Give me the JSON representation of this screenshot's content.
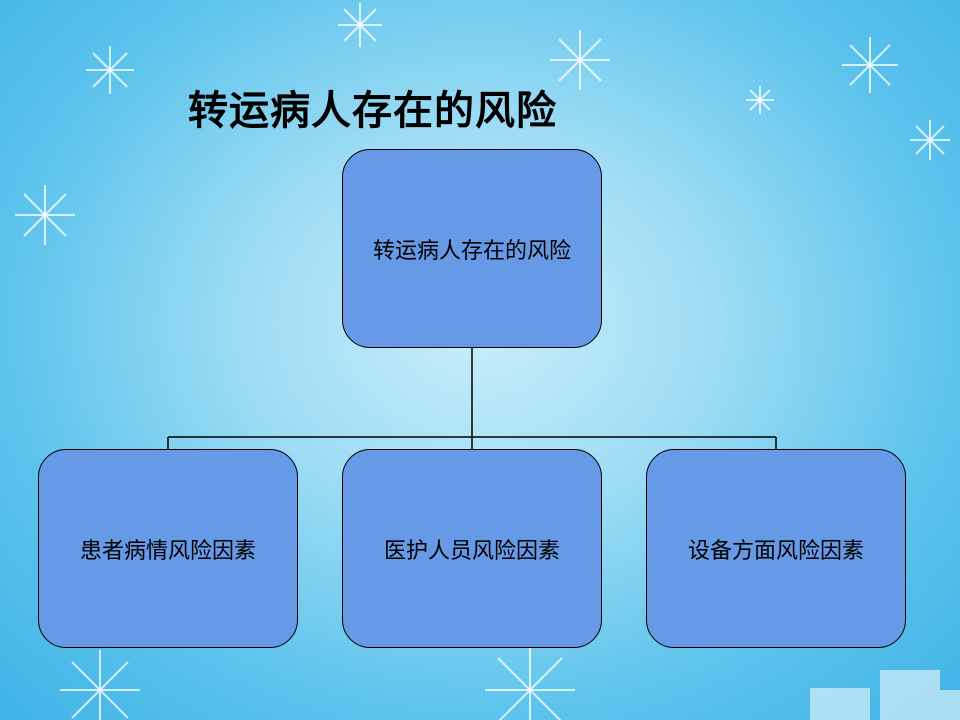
{
  "slide": {
    "title": "转运病人存在的风险"
  },
  "diagram": {
    "root": {
      "label": "转运病人存在的风险"
    },
    "children": [
      {
        "label": "患者病情风险因素"
      },
      {
        "label": "医护人员风险因素"
      },
      {
        "label": "设备方面风险因素"
      }
    ]
  },
  "colors": {
    "node_fill": "#6699e6",
    "node_border": "#000000",
    "background": "#9ddcf4"
  }
}
